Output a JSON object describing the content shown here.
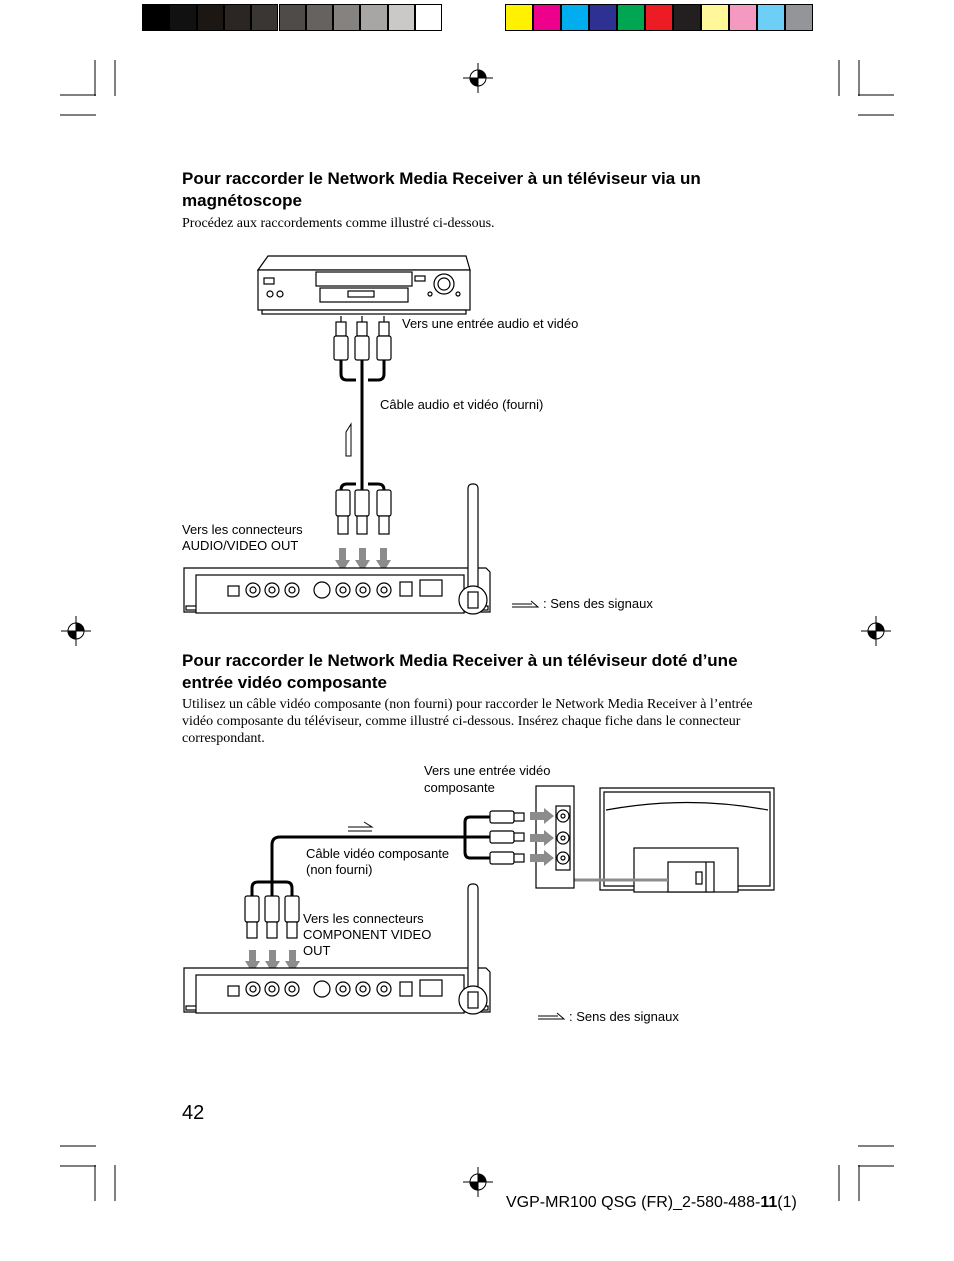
{
  "color_bar": {
    "grays": [
      "#000000",
      "#111111",
      "#1c1712",
      "#2b2624",
      "#3a3634",
      "#4f4b49",
      "#66625f",
      "#858280",
      "#a8a6a4",
      "#cbc9c8",
      "#ffffff"
    ],
    "colors": [
      "#fff100",
      "#ec008c",
      "#00aeef",
      "#2e3192",
      "#00a651",
      "#ed1c24",
      "#231f20",
      "#fff799",
      "#f49ac1",
      "#6dcff6",
      "#939598"
    ]
  },
  "section1": {
    "title": "Pour raccorder le Network Media Receiver à un téléviseur via un magnétoscope",
    "intro": "Procédez aux raccordements comme illustré ci-dessous.",
    "labels": {
      "to_av_input": "Vers une entrée audio et vidéo",
      "cable": "Câble audio et vidéo (fourni)",
      "to_connectors_line1": "Vers les connecteurs",
      "to_connectors_line2": "AUDIO/VIDEO OUT",
      "legend": ": Sens des signaux"
    }
  },
  "section2": {
    "title": "Pour raccorder le Network Media Receiver à un téléviseur doté d’une entrée vidéo composante",
    "intro": "Utilisez un câble vidéo composante (non fourni) pour raccorder le Network Media Receiver à l’entrée vidéo composante du téléviseur, comme illustré ci-dessous. Insérez chaque fiche dans le connecteur correspondant.",
    "labels": {
      "to_component_line1": "Vers une entrée vidéo",
      "to_component_line2": "composante",
      "cable_line1": "Câble vidéo composante",
      "cable_line2": "(non fourni)",
      "to_connectors_line1": "Vers les connecteurs",
      "to_connectors_line2": "COMPONENT VIDEO",
      "to_connectors_line3": "OUT",
      "legend": ": Sens des signaux"
    }
  },
  "page_number": "42",
  "footer": {
    "prefix": "VGP-MR100 QSG (FR)_2-580-488-",
    "bold": "11",
    "suffix": "(1)"
  }
}
